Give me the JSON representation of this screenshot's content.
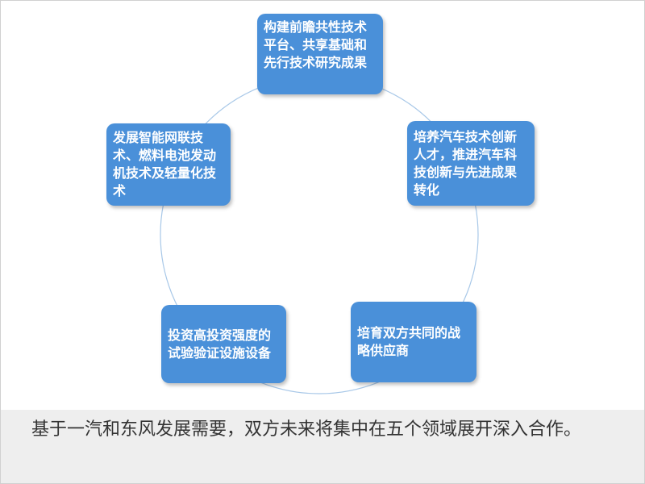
{
  "diagram": {
    "ring_color": "#a8c8e8",
    "node_color": "#4a90d9",
    "nodes": [
      {
        "text": "构建前瞻共性技术平台、共享基础和先行技术研究成果"
      },
      {
        "text": "培养汽车技术创新人才，推进汽车科技创新与先进成果转化"
      },
      {
        "text": "培育双方共同的战略供应商"
      },
      {
        "text": "投资高投资强度的试验验证设施设备"
      },
      {
        "text": "发展智能网联技术、燃料电池发动机技术及轻量化技术"
      }
    ]
  },
  "caption": {
    "text": "基于一汽和东风发展需要，双方未来将集中在五个领域展开深入合作。"
  }
}
